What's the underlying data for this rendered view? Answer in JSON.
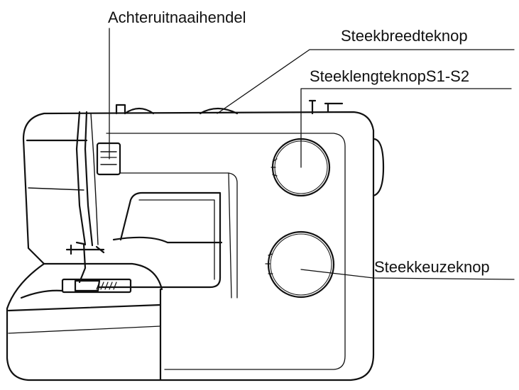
{
  "labels": {
    "reverse_lever": "Achteruitnaaihendel",
    "stitch_width_knob": "Steekbreedteknop",
    "stitch_length_knob": "SteeklengteknopS1-S2",
    "pattern_selector_knob": "Steekkeuzeknop"
  },
  "colors": {
    "line": "#111111",
    "background": "#ffffff"
  }
}
